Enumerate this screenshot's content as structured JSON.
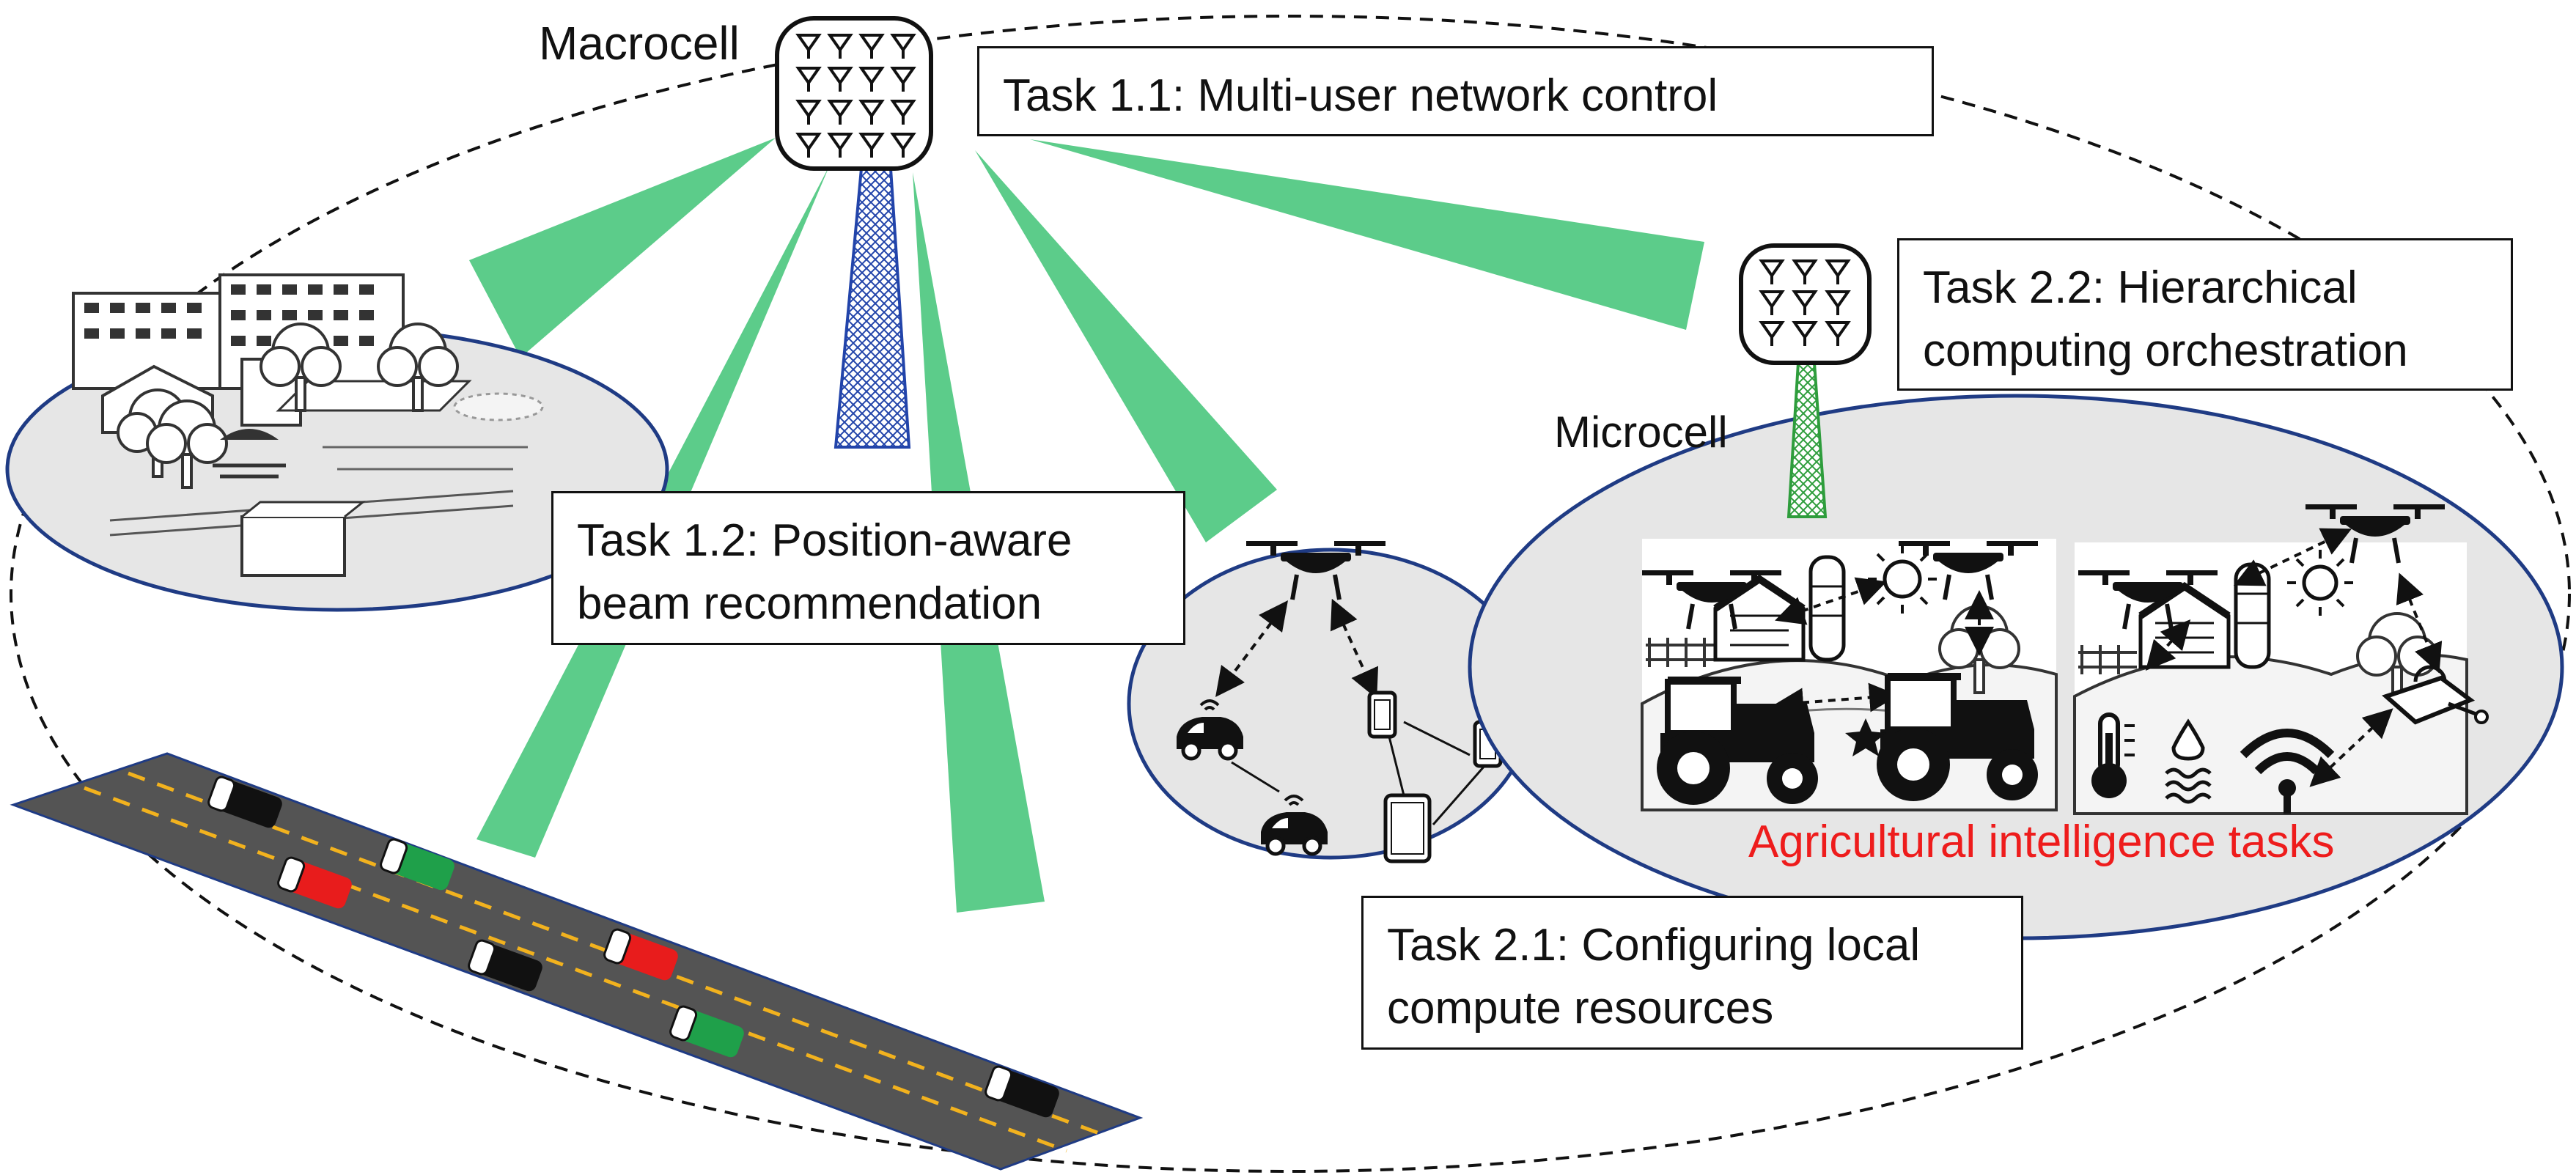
{
  "labels": {
    "macrocell": "Macrocell",
    "microcell": "Microcell",
    "agricultural": "Agricultural intelligence tasks"
  },
  "tasks": {
    "t11": "Task 1.1: Multi-user network control",
    "t12_line1": "Task 1.2: Position-aware",
    "t12_line2": "beam recommendation",
    "t21_line1": "Task 2.1: Configuring local",
    "t21_line2": "compute resources",
    "t22_line1": "Task 2.2: Hierarchical",
    "t22_line2": "computing orchestration"
  },
  "colors": {
    "beam": "#5ccc8a",
    "cell_fill": "#e6e6e6",
    "cell_border": "#1f3b84",
    "road": "#545454",
    "lane": "#f2b21e",
    "agri_text": "#ee1c1c",
    "tower_macro": "#2244aa",
    "tower_micro": "#2e9d3c",
    "car_black": "#111111",
    "car_red": "#e81c1c",
    "car_green": "#1fa04a"
  },
  "icons": [
    "antenna-array-icon",
    "tower-icon",
    "drone-icon",
    "car-icon",
    "phone-icon",
    "tablet-icon",
    "tractor-icon",
    "barn-icon",
    "sun-icon",
    "thermometer-icon",
    "water-level-icon",
    "wifi-icon",
    "sensor-icon",
    "building-icon",
    "tree-icon"
  ]
}
